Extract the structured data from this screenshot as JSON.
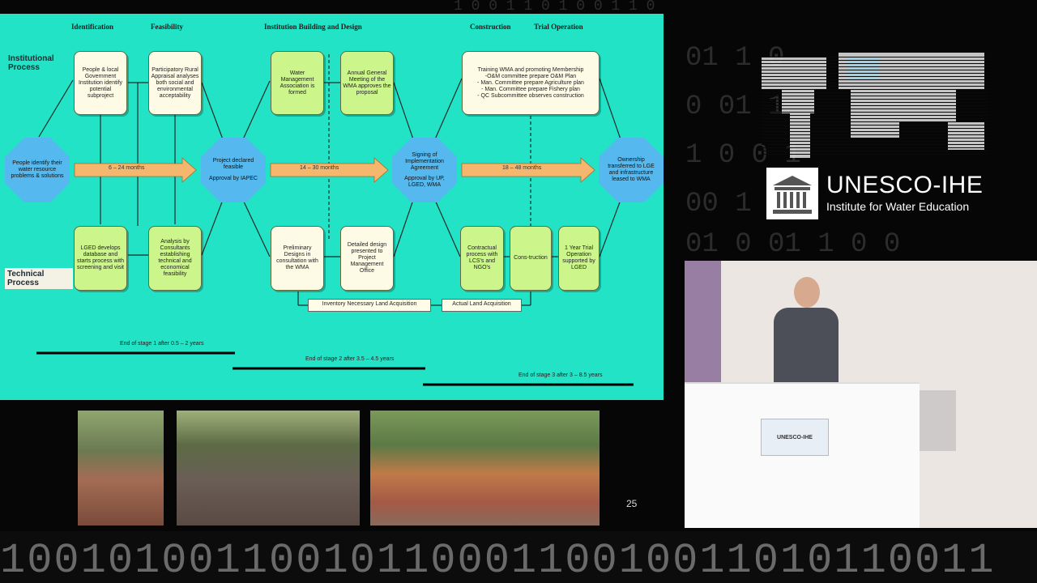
{
  "slide": {
    "phases": [
      "Identification",
      "Feasibility",
      "Institution Building and Design",
      "Construction",
      "Trial Operation"
    ],
    "institutional_label": "Institutional Process",
    "technical_label": "Technical Process",
    "top_boxes": {
      "people_local": "People & local Government Institution identify potential subproject",
      "participatory": "Participatory Rural Appraisal analyses both social and environmental acceptability",
      "wma_formed": "Water Management Association is formed",
      "agm": "Annual General Meeting of the WMA approves the proposal",
      "training": "Training WMA and promoting Membership\n-O&M committee prepare O&M Plan\n- Man. Committee prepare Agriculture plan\n- Man. Committee prepare Fishery plan\n- QC Subcommittee observes construction"
    },
    "bottom_boxes": {
      "lged": "LGED develops database and starts process with screening and visit",
      "analysis": "Analysis by Consultants establishing technical and economical feasibility",
      "preliminary": "Preliminary Designs in consultation with the WMA",
      "detailed": "Detailed design presented to Project Management Office",
      "contractual": "Contractual process with LCS's and NGO's",
      "construction": "Cons-truction",
      "trial": "1 Year Trial Operation supported by LGED"
    },
    "octagons": {
      "people": "People identify their water resource problems & solutions",
      "project_title": "Project declared feasible",
      "project_sub": "Approval by IAPEC",
      "signing_title": "Signing of Implementation Agreement",
      "signing_sub": "Approval by UP, LGED, WMA",
      "ownership": "Ownership transferred to LGE and infrastructure leased to WMA"
    },
    "arrows": [
      "6 – 24    months",
      "14 – 30    months",
      "18 – 48    months"
    ],
    "land": {
      "inventory": "Inventory Necessary Land Acquisition",
      "actual": "Actual Land Acquisition"
    },
    "stages": [
      "End of stage 1 after 0.5 – 2 years",
      "End of stage 2 after 3.5 – 4.5 years",
      "End of stage 3 after 3 – 8.5 years"
    ]
  },
  "page_number": "25",
  "brand": {
    "name": "UNESCO-IHE",
    "subtitle": "Institute for Water Education",
    "podium_label": "UNESCO-IHE"
  },
  "background_ticker": "1001010011001011000110010011010110011"
}
